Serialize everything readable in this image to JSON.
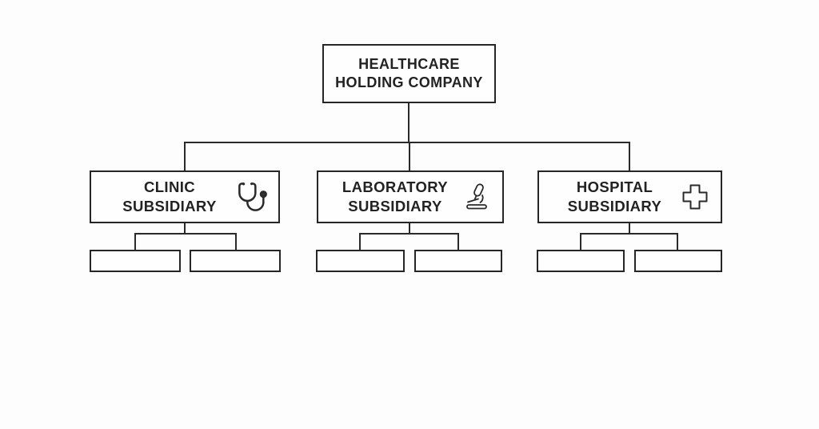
{
  "diagram": {
    "title": "Healthcare holding company organizational chart",
    "colors": {
      "background": "#fdfdfd",
      "box_fill": "#fefefe",
      "line": "#2a2a2a",
      "text": "#222222"
    },
    "root": {
      "label_line1": "HEALTHCARE",
      "label_line2": "HOLDING COMPANY"
    },
    "subsidiaries": [
      {
        "name": "CLINIC",
        "type_label": "SUBSIDIARY",
        "icon": "stethoscope-icon",
        "children": [
          {
            "label": ""
          },
          {
            "label": ""
          }
        ]
      },
      {
        "name": "LABORATORY",
        "type_label": "SUBSIDIARY",
        "icon": "microscope-icon",
        "children": [
          {
            "label": ""
          },
          {
            "label": ""
          }
        ]
      },
      {
        "name": "HOSPITAL",
        "type_label": "SUBSIDIARY",
        "icon": "medical-cross-icon",
        "children": [
          {
            "label": ""
          },
          {
            "label": ""
          }
        ]
      }
    ]
  }
}
